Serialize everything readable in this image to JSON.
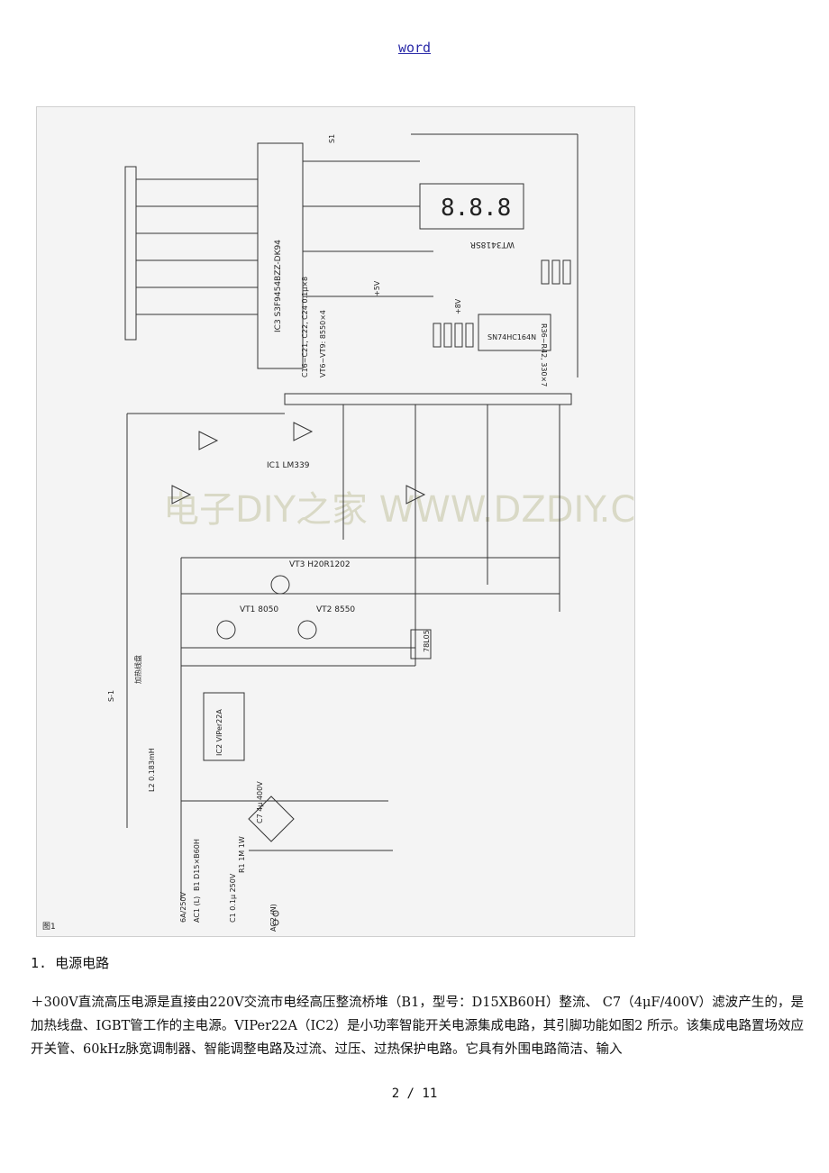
{
  "header": {
    "link_text": "word"
  },
  "figure": {
    "label": "图1",
    "watermark": "电子DIY之家 WWW.DZDIY.CN",
    "labels": {
      "ic3": "IC3 S3F9454BZZ-DK94",
      "ic4": "SN74HC164N",
      "ic1": "IC1 LM339",
      "ic2": "IC2 VIPer22A",
      "display": "WT3418SR",
      "u78": "78L05",
      "b1": "B1 D15×B60H",
      "c7": "C7 4μ 400V",
      "r36": "R36~R42, 330×7",
      "c16": "C16~C21, C22, C24 0.1μ×8",
      "vt": "VT6~VT9: 8550×4",
      "l2": "L2 0.183mH",
      "ac1": "AC1 (L)",
      "ac2": "AC2 (N)",
      "fuse": "6A/250V",
      "c1": "C1 0.1μ 250V",
      "r1": "R1 1M 1W",
      "vt3": "VT3 H20R1202",
      "vt1": "VT1 8050",
      "vt2": "VT2 8550",
      "plus5v": "+5V",
      "plus8v": "+8V",
      "s1": "S1",
      "coil": "加热线盘",
      "s_switch": "S-1"
    }
  },
  "section": {
    "title": "1. 电源电路"
  },
  "body": {
    "paragraph": "＋300V直流高压电源是直接由220V交流市电经高压整流桥堆（B1，型号：D15XB60H）整流、 C7（4μF/400V）滤波产生的，是加热线盘、IGBT管工作的主电源。VIPer22A（IC2）是小功率智能开关电源集成电路，其引脚功能如图2 所示。该集成电路置场效应开关管、60kHz脉宽调制器、智能调整电路及过流、过压、过热保护电路。它具有外围电路简洁、输入"
  },
  "footer": {
    "page": "2 / 11"
  }
}
